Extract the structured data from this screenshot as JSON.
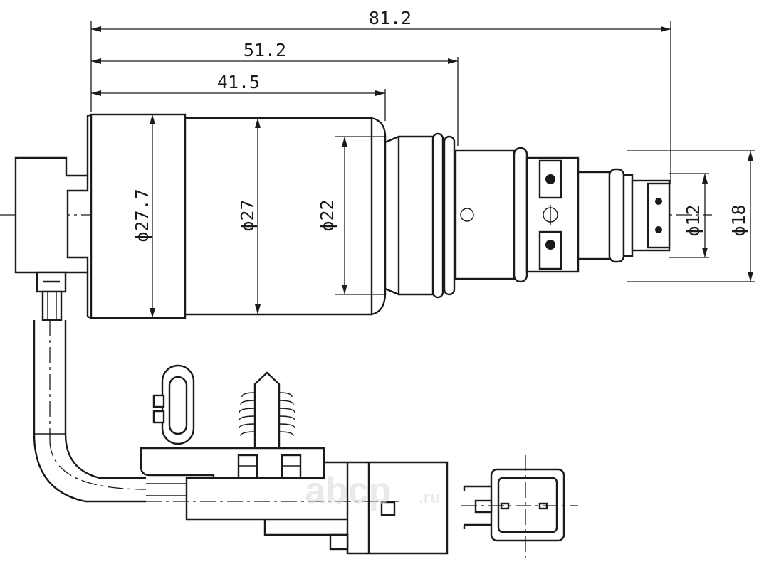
{
  "dimensions": {
    "overall_length": "81.2",
    "length_to_ring": "51.2",
    "body_length": "41.5",
    "dia_coil": "ϕ27.7",
    "dia_body": "ϕ27",
    "dia_neck": "ϕ22",
    "dia_tip": "ϕ12",
    "dia_seal": "ϕ18"
  },
  "watermark": {
    "brand": "abcp",
    "domain": ".ru"
  },
  "colors": {
    "line": "#1a1a1a",
    "background": "#ffffff",
    "watermark": "#d9d9d9"
  }
}
